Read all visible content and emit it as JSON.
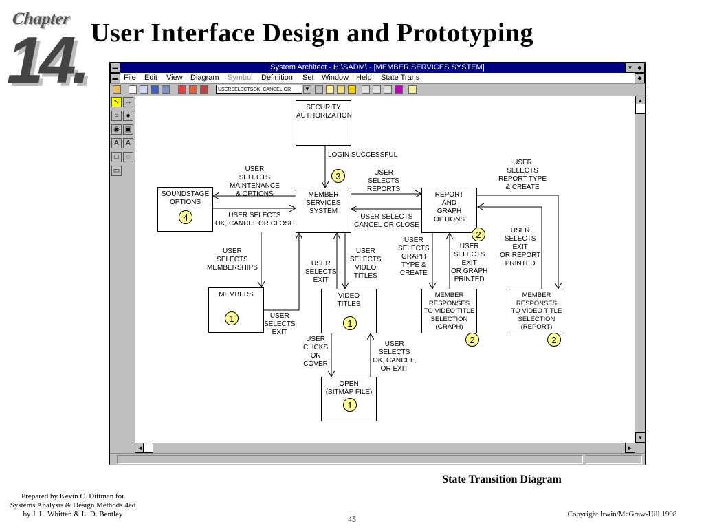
{
  "slide": {
    "chapter_word": "Chapter",
    "chapter_number": "14.",
    "title": "User Interface Design and Prototyping",
    "caption": "State Transition Diagram",
    "prepared_lines": [
      "Prepared by Kevin C. Dittman for",
      "Systems Analysis & Design Methods 4ed",
      "by J. L. Whitten & L. D. Bentley"
    ],
    "page_number": "45",
    "copyright": "Copyright Irwin/McGraw-Hill 1998"
  },
  "window": {
    "title": "System Architect - H:\\SADM\\ - [MEMBER SERVICES SYSTEM]",
    "menu": [
      "File",
      "Edit",
      "View",
      "Diagram",
      "Symbol",
      "Definition",
      "Set",
      "Window",
      "Help",
      "State Trans"
    ],
    "disabled_menu": "Symbol",
    "toolbar_combo": "USERSELECTSOK, CANCEL,OR",
    "colors": {
      "titlebar": "#000080",
      "chrome": "#c0c0c0",
      "badge": "#ffff99",
      "selected_tool": "#ffff00"
    }
  },
  "diagram": {
    "states": [
      {
        "id": "security",
        "lines": [
          "SECURITY",
          "AUTHORIZATION"
        ]
      },
      {
        "id": "soundstage",
        "lines": [
          "SOUNDSTAGE",
          "OPTIONS"
        ],
        "badge": "4"
      },
      {
        "id": "member-services",
        "lines": [
          "MEMBER",
          "SERVICES",
          "SYSTEM"
        ],
        "badge": "3"
      },
      {
        "id": "report-graph",
        "lines": [
          "REPORT",
          "AND",
          "GRAPH",
          "OPTIONS"
        ],
        "badge": "2"
      },
      {
        "id": "members",
        "lines": [
          "MEMBERS"
        ],
        "badge": "1"
      },
      {
        "id": "video-titles",
        "lines": [
          "VIDEO",
          "TITLES"
        ],
        "badge": "1"
      },
      {
        "id": "responses-graph",
        "lines": [
          "MEMBER",
          "RESPONSES",
          "TO VIDEO TITLE",
          "SELECTION",
          "(GRAPH)"
        ],
        "badge": "2"
      },
      {
        "id": "responses-report",
        "lines": [
          "MEMBER",
          "RESPONSES",
          "TO VIDEO TITLE",
          "SELECTION",
          "(REPORT)"
        ],
        "badge": "2"
      },
      {
        "id": "open-bitmap",
        "lines": [
          "OPEN",
          "(BITMAP FILE)"
        ],
        "badge": "1"
      }
    ],
    "transitions": [
      {
        "id": "login",
        "lines": [
          "LOGIN SUCCESSFUL"
        ]
      },
      {
        "id": "to-soundstage",
        "lines": [
          "USER",
          "SELECTS",
          "MAINTENANCE",
          "& OPTIONS"
        ]
      },
      {
        "id": "from-soundstage",
        "lines": [
          "USER SELECTS",
          "OK, CANCEL OR CLOSE"
        ]
      },
      {
        "id": "to-reports",
        "lines": [
          "USER",
          "SELECTS",
          "REPORTS"
        ]
      },
      {
        "id": "from-reports",
        "lines": [
          "USER SELECTS",
          "CANCEL OR CLOSE"
        ]
      },
      {
        "id": "to-report-type",
        "lines": [
          "USER",
          "SELECTS",
          "REPORT TYPE",
          "& CREATE"
        ]
      },
      {
        "id": "to-members",
        "lines": [
          "USER",
          "SELECTS",
          "MEMBERSHIPS"
        ]
      },
      {
        "id": "from-members",
        "lines": [
          "USER",
          "SELECTS",
          "EXIT"
        ]
      },
      {
        "id": "from-video",
        "lines": [
          "USER",
          "SELECTS",
          "EXIT"
        ]
      },
      {
        "id": "to-video",
        "lines": [
          "USER",
          "SELECTS",
          "VIDEO",
          "TITLES"
        ]
      },
      {
        "id": "to-graph",
        "lines": [
          "USER",
          "SELECTS",
          "GRAPH",
          "TYPE &",
          "CREATE"
        ]
      },
      {
        "id": "from-graph",
        "lines": [
          "USER",
          "SELECTS",
          "EXIT",
          "OR GRAPH",
          "PRINTED"
        ]
      },
      {
        "id": "from-report",
        "lines": [
          "USER",
          "SELECTS",
          "EXIT",
          "OR REPORT",
          "PRINTED"
        ]
      },
      {
        "id": "to-open",
        "lines": [
          "USER",
          "CLICKS",
          "ON",
          "COVER"
        ]
      },
      {
        "id": "from-open",
        "lines": [
          "USER",
          "SELECTS",
          "OK, CANCEL,",
          "OR EXIT"
        ]
      }
    ]
  }
}
